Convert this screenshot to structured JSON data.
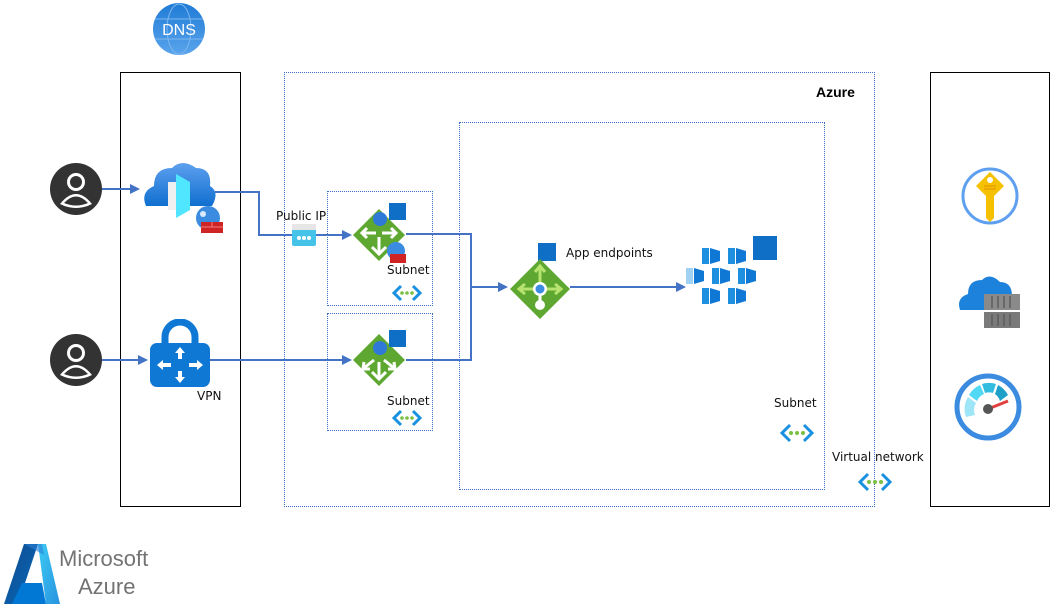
{
  "diagram": {
    "regions": {
      "azure_label": "Azure",
      "virtual_network_label": "Virtual network",
      "app_subnet_label": "Subnet",
      "subnet_top_label": "Subnet",
      "subnet_bottom_label": "Subnet"
    },
    "nodes": {
      "dns": {
        "label": "DNS",
        "icon": "dns-icon"
      },
      "user_top": {
        "icon": "user-icon"
      },
      "user_bottom": {
        "icon": "user-icon"
      },
      "front_door": {
        "icon": "front-door-waf-icon"
      },
      "vpn": {
        "label": "VPN",
        "icon": "vpn-gateway-icon"
      },
      "public_ip": {
        "label": "Public IP",
        "icon": "public-ip-icon"
      },
      "app_gateway_top": {
        "icon": "application-gateway-waf-icon"
      },
      "app_gateway_bottom": {
        "icon": "application-gateway-icon"
      },
      "load_balancer": {
        "label": "App endpoints",
        "icon": "internal-load-balancer-icon"
      },
      "aks_cluster": {
        "icon": "kubernetes-cluster-icon"
      },
      "key_vault": {
        "icon": "key-vault-icon"
      },
      "container_registry": {
        "icon": "container-registry-icon"
      },
      "monitor": {
        "icon": "monitor-icon"
      }
    },
    "brand": {
      "line1": "Microsoft",
      "line2": "Azure"
    },
    "colors": {
      "connector": "#4472c4",
      "dotted_border": "#3b6fc4",
      "azure_blue": "#0078d4",
      "green": "#5ea832",
      "dark_user": "#333333"
    }
  }
}
